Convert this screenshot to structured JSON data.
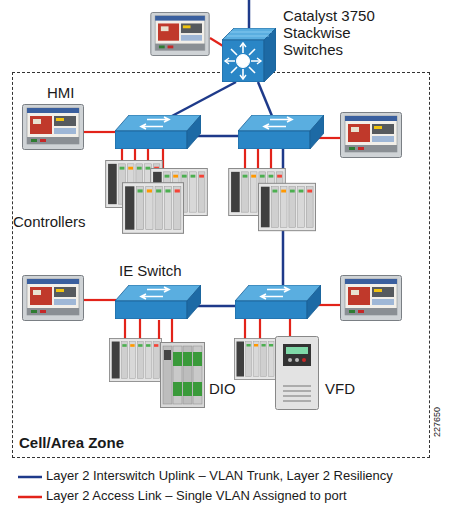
{
  "diagram": {
    "nodes": [
      {
        "text": [
          "Catalyst 3750 Stackwise Switches"
        ]
      },
      {
        "text": [
          "Cell/Area Zone"
        ]
      },
      {
        "text": [
          "HMI"
        ],
        "in": 1
      },
      {
        "text": [
          "Controllers"
        ],
        "in": 1
      },
      {
        "text": [
          "IE Switch"
        ],
        "in": 1
      },
      {
        "text": [
          "DIO"
        ],
        "in": 1
      },
      {
        "text": [
          "VFD"
        ],
        "in": 1
      }
    ],
    "edges": [
      {
        "from": 4,
        "to": 5,
        "arrow": "none"
      }
    ],
    "labels": [
      "227650"
    ],
    "legend": [
      {
        "text": "Layer 2 Interswitch Uplink – VLAN Trunk, Layer 2 Resiliency"
      },
      {
        "text": "Layer 2 Access Link – Single VLAN Assigned to port"
      }
    ]
  }
}
